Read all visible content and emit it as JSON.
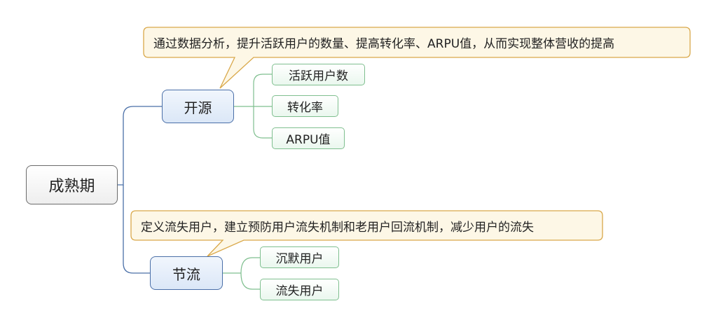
{
  "root": {
    "label": "成熟期"
  },
  "branches": [
    {
      "label": "开源",
      "callout": "通过数据分析，提升活跃用户的数量、提高转化率、ARPU值，从而实现整体营收的提高",
      "children": [
        "活跃用户数",
        "转化率",
        "ARPU值"
      ]
    },
    {
      "label": "节流",
      "callout": "定义流失用户，建立预防用户流失机制和老用户回流机制，减少用户的流失",
      "children": [
        "沉默用户",
        "流失用户"
      ]
    }
  ],
  "colors": {
    "root_border": "#6b6b6b",
    "branch_border": "#4a6fa8",
    "leaf_border": "#7fbf8f",
    "callout_border": "#d9a84a",
    "callout_fill": "#fdf7e6",
    "connector": "#4a6fa8",
    "leaf_connector": "#7fbf8f"
  }
}
